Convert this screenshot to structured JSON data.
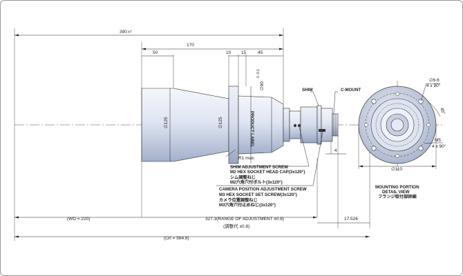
{
  "dimensions": {
    "overall_length": "390",
    "overall_length_tol": "±7",
    "d170": "170",
    "d50": "50",
    "d10": "10",
    "d15": "15",
    "d45": "45",
    "dia125_left": "∅125",
    "dia125_right": "∅125",
    "dia90": "∅90",
    "dia90_tol": "0\n-0.1",
    "r1": "R1 max.",
    "d4": "4",
    "wd": "(WD = 220)",
    "adjust": "327.3(RANGE OF ADJUSTMENT ±0.8)",
    "adjust_jp": "(調整代 ±0.8)",
    "flange": "17.526",
    "oi": "(O/I = 564.8)"
  },
  "labels": {
    "product_label": "PRODUCT LABEL",
    "shim": "SHIM",
    "cmount": "C-MOUNT",
    "shim_screw_1": "SHIM ADJUSTMENT SCREW",
    "shim_screw_2": "M2 HEX SOCKET HEAD CAP(3x120°)",
    "shim_screw_3": "シム調整ねじ",
    "shim_screw_4": "M2六角穴付ボルト(3x120°)",
    "cam_screw_1": "CAMERA POSITION ADJUSTMENT SCREW",
    "cam_screw_2": "M3 HEX SOCKET SET SCREW(3x120°)",
    "cam_screw_3": "カメラ位置調整ねじ",
    "cam_screw_4": "M3六角穴付止めねじ(3x120°)"
  },
  "detail": {
    "hole_dia": "∅6.6",
    "hole_count": "4 x 90°",
    "angle": "45°",
    "thread": "M5",
    "thread_count": "4 x 90°",
    "flange_dia": "∅110",
    "title_1": "MOUNTING PORTION",
    "title_2": "DETAIL VIEW",
    "title_3": "フランジ取付部詳細"
  },
  "colors": {
    "body_light": "#f2f5fb",
    "body_dark": "#9aa7c4",
    "line": "#222222"
  }
}
